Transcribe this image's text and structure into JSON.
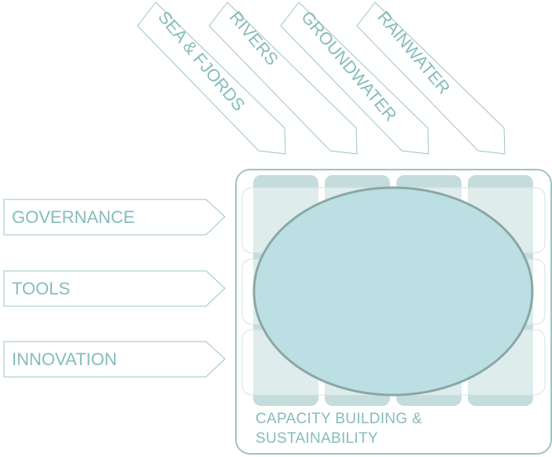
{
  "water_sources": [
    "SEA & FJORDS",
    "RIVERS",
    "GROUNDWATER",
    "RAINWATER"
  ],
  "themes": [
    "GOVERNANCE",
    "TOOLS",
    "INNOVATION"
  ],
  "footer_label": "CAPACITY BUILDING & SUSTAINABILITY",
  "colors": {
    "stroke": "#8fb3b3",
    "text": "#86bcbc",
    "ellipse": "#bbdfe2",
    "column": "#c5dcdc"
  }
}
